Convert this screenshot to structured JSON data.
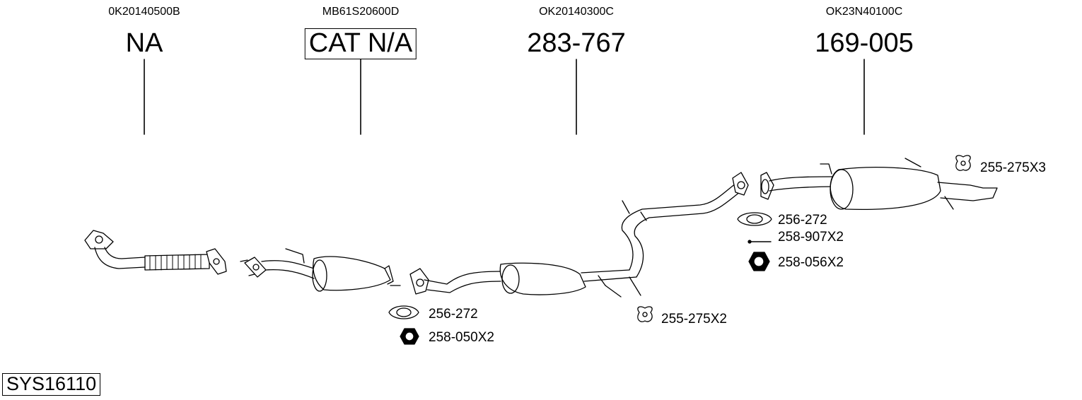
{
  "diagram": {
    "system_id": "SYS16110",
    "sections": [
      {
        "oe_number": "0K20140500B",
        "part_number": "NA"
      },
      {
        "oe_number": "MB61S20600D",
        "part_number": "CAT N/A"
      },
      {
        "oe_number": "OK20140300C",
        "part_number": "283-767"
      },
      {
        "oe_number": "OK23N40100C",
        "part_number": "169-005"
      }
    ],
    "accessories": [
      {
        "label": "256-272"
      },
      {
        "label": "258-050X2"
      },
      {
        "label": "255-275X2"
      },
      {
        "label": "256-272"
      },
      {
        "label": "258-907X2"
      },
      {
        "label": "258-056X2"
      },
      {
        "label": "255-275X3"
      }
    ]
  }
}
